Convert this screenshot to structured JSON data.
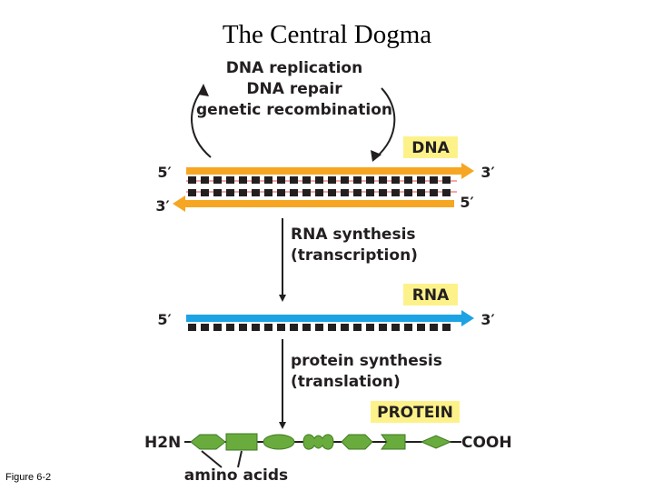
{
  "title": "The Central Dogma",
  "figure_label": "Figure 6-2",
  "dna_processes": [
    "DNA replication",
    "DNA repair",
    "genetic recombination"
  ],
  "labels": {
    "dna": "DNA",
    "rna": "RNA",
    "protein": "PROTEIN"
  },
  "ends": {
    "dna_top_left": "5′",
    "dna_top_right": "3′",
    "dna_bottom_left": "3′",
    "dna_bottom_right": "5′",
    "rna_left": "5′",
    "rna_right": "3′"
  },
  "transcription": [
    "RNA synthesis",
    "(transcription)"
  ],
  "translation": [
    "protein synthesis",
    "(translation)"
  ],
  "protein": {
    "n_terminus": "H2N",
    "c_terminus": "COOH",
    "amino_acids": "amino acids"
  },
  "colors": {
    "dna_strand": "#f6a623",
    "rna_strand": "#1ca3e3",
    "label_box": "#fdf28a",
    "amino_acid": "#6aab3e",
    "base_pair_line": "#f4a6a6"
  }
}
